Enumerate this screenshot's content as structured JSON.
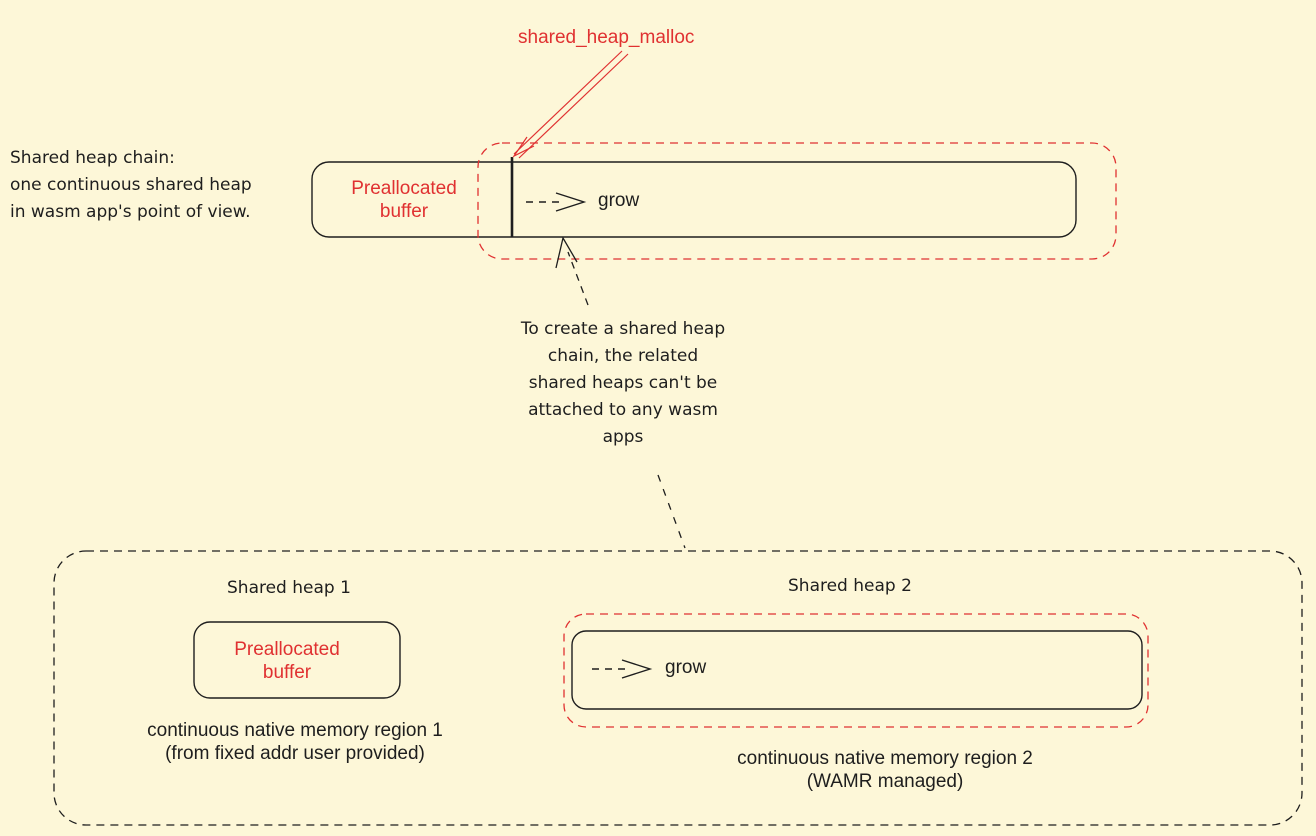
{
  "colors": {
    "background": "#fdf7d8",
    "stroke": "#1e1e1e",
    "accent": "#e03131"
  },
  "top": {
    "malloc_label": "shared_heap_malloc",
    "chain_desc": [
      "Shared heap chain:",
      "one continuous shared heap",
      "in wasm app's point of view."
    ],
    "prealloc_label": [
      "Preallocated",
      "buffer"
    ],
    "grow_label": "grow",
    "note": [
      "To create a shared heap",
      "chain, the related",
      "shared heaps can't be",
      "attached to any wasm",
      "apps"
    ]
  },
  "bottom": {
    "heap1_title": "Shared heap 1",
    "heap1_prealloc": [
      "Preallocated",
      "buffer"
    ],
    "heap1_desc": [
      "continuous native memory region 1",
      "(from fixed addr user provided)"
    ],
    "heap2_title": "Shared heap 2",
    "heap2_grow": "grow",
    "heap2_desc": [
      "continuous native memory region 2",
      "(WAMR managed)"
    ]
  }
}
